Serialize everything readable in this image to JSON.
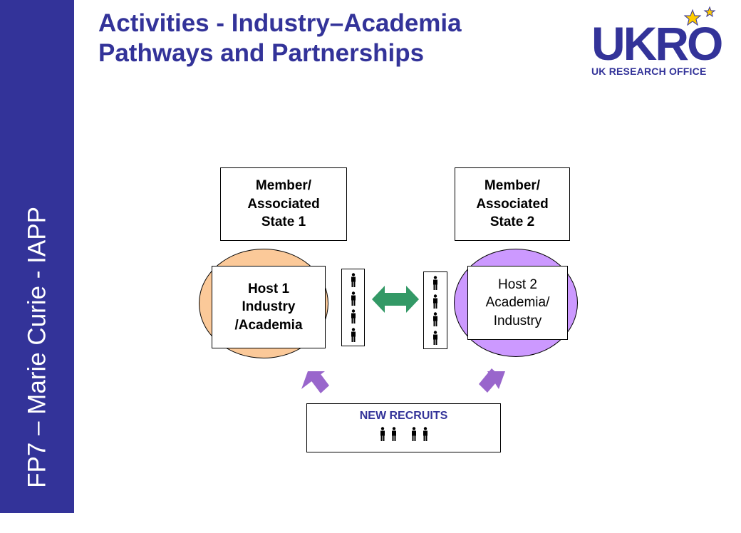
{
  "sidebar": {
    "text": "FP7 – Marie Curie - IAPP",
    "color": "#333399"
  },
  "title": {
    "line1": "Activities - Industry–Academia",
    "line2": "Pathways and Partnerships",
    "color": "#333399"
  },
  "logo": {
    "main": "UKRO",
    "sub": "UK RESEARCH OFFICE",
    "star_color": "#ffcc00"
  },
  "diagram": {
    "state1": {
      "line1": "Member/",
      "line2": "Associated",
      "line3": "State 1"
    },
    "state2": {
      "line1": "Member/",
      "line2": "Associated",
      "line3": "State 2"
    },
    "host1": {
      "line1": "Host 1",
      "line2": "Industry",
      "line3": "/Academia",
      "color": "#fbc999"
    },
    "host2": {
      "line1": "Host 2",
      "line2": "Academia/",
      "line3": "Industry",
      "color": "#cc99ff"
    },
    "exchange_arrow_color": "#339966",
    "recruit_arrow_color": "#9966cc",
    "new_recruits": {
      "label": "NEW RECRUITS"
    }
  }
}
